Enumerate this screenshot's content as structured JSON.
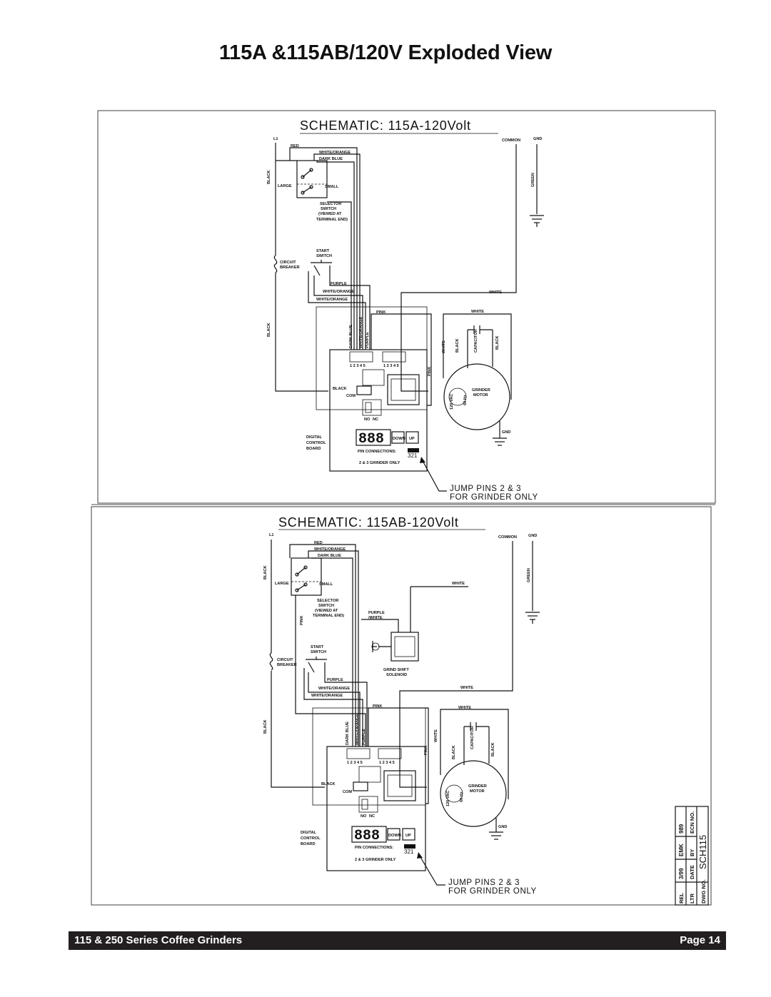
{
  "page": {
    "title": "115A &115AB/120V Exploded View",
    "footer_left": "115 & 250 Series Coffee Grinders",
    "footer_right": "Page 14"
  },
  "schematic_a": {
    "title": "SCHEMATIC: 115A-120Volt",
    "labels": {
      "l1": "L1",
      "common": "COMMON",
      "gnd": "GND",
      "red": "RED",
      "white_orange": "WHITE/ORANGE",
      "dark_blue": "DARK BLUE",
      "black": "BLACK",
      "large": "LARGE",
      "small": "SMALL",
      "green": "GREEN",
      "selector_switch_1": "SELECTOR",
      "selector_switch_2": "SWITCH",
      "viewed_1": "(VIEWED AT",
      "viewed_2": "TERMINAL END)",
      "start_switch_1": "START",
      "start_switch_2": "SWITCH",
      "circuit_breaker_1": "CIRCUIT",
      "circuit_breaker_2": "BREAKER",
      "purple": "PURPLE",
      "white": "WHITE",
      "pink": "PINK",
      "capacitor": "CAPACITOR",
      "grinder_motor_1": "GRINDER",
      "grinder_motor_2": "MOTOR",
      "vac": "120 VAC",
      "hz": "60 Hz",
      "com": "COM",
      "no": "NO",
      "nc": "NC",
      "digital_control_board_1": "DIGITAL",
      "digital_control_board_2": "CONTROL",
      "digital_control_board_3": "BOARD",
      "down": "DOWN",
      "up": "UP",
      "display": "888",
      "pin_connections": "PIN CONNECTIONS:",
      "pins_321": "321",
      "grinder_only": "2 & 3 GRINDER ONLY",
      "terminals": "1 2 3 4 5",
      "jump_1": "JUMP PINS 2 & 3",
      "jump_2": "FOR GRINDER ONLY"
    }
  },
  "schematic_b": {
    "title": "SCHEMATIC: 115AB-120Volt",
    "labels": {
      "purple_white_1": "PURPLE",
      "purple_white_2": "/WHITE",
      "grind_shift_1": "GRIND SHIFT",
      "grind_shift_2": "SOLENOID"
    }
  },
  "title_block": {
    "rows": [
      {
        "label": "REL",
        "cells": [
          "3/99",
          "EMK",
          "989"
        ]
      },
      {
        "label": "LTR",
        "cells": [
          "DATE",
          "BY",
          "ECN NO."
        ]
      },
      {
        "label": "DWG NO.",
        "cells": [
          "SCH115"
        ]
      }
    ]
  }
}
